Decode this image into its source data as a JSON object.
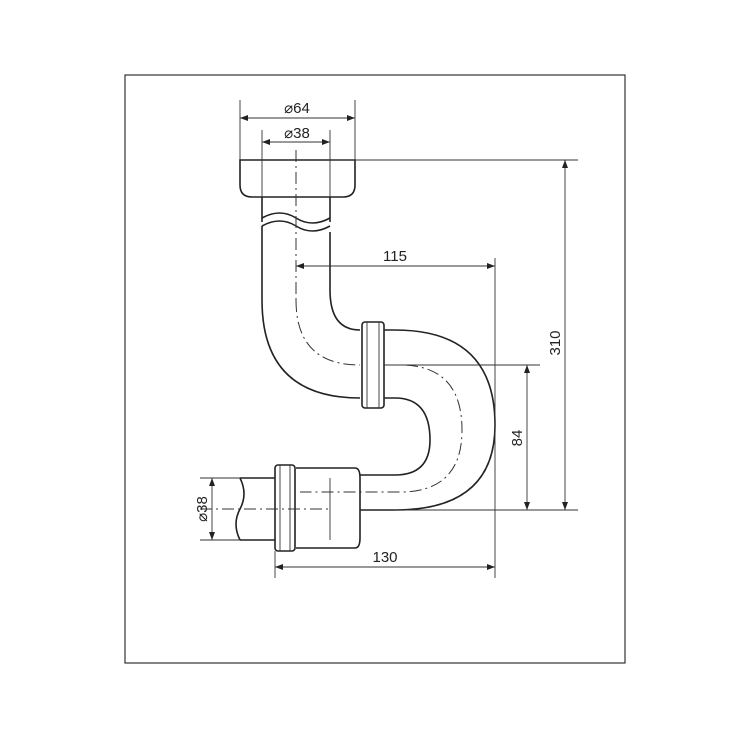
{
  "drawing": {
    "title": "S-trap dimension drawing",
    "dimensions": {
      "flange_diameter": "⌀64",
      "inlet_diameter": "⌀38",
      "horizontal_offset": "115",
      "total_height": "310",
      "trap_height": "84",
      "outlet_length": "130",
      "outlet_diameter": "⌀38"
    }
  }
}
